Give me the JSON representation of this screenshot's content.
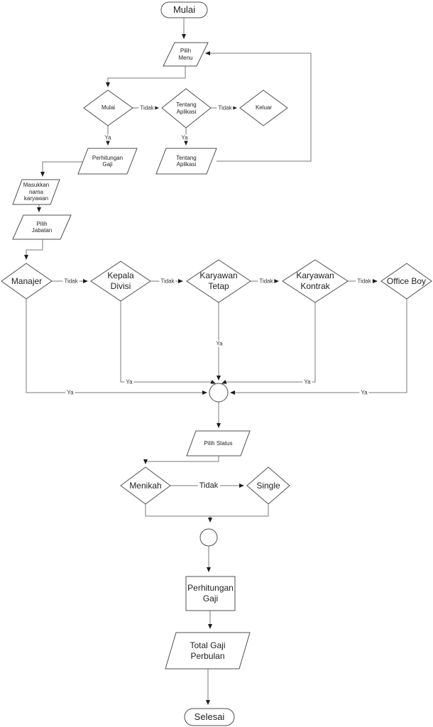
{
  "diagram": {
    "type": "flowchart",
    "nodes": [
      {
        "id": "start",
        "shape": "terminator",
        "label": "Mulai"
      },
      {
        "id": "pilih-menu",
        "shape": "io",
        "label": "Pilih\nMenu"
      },
      {
        "id": "mulai-decision",
        "shape": "decision",
        "label": "Mulai"
      },
      {
        "id": "tentang-aplikasi-decision",
        "shape": "decision",
        "label": "Tentang\nAplikasi"
      },
      {
        "id": "keluar-decision",
        "shape": "decision",
        "label": "Keluar"
      },
      {
        "id": "perhitungan-gaji-io",
        "shape": "io",
        "label": "Perhitungan\nGaji"
      },
      {
        "id": "tentang-aplikasi-io",
        "shape": "io",
        "label": "Tentang\nAplikasi"
      },
      {
        "id": "masukkan-nama-karyawan",
        "shape": "io",
        "label": "Masukkan\nnama\nkaryawan"
      },
      {
        "id": "pilih-jabatan",
        "shape": "io",
        "label": "Pilih\nJabatan"
      },
      {
        "id": "manajer-decision",
        "shape": "decision",
        "label": "Manajer"
      },
      {
        "id": "kepala-divisi-decision",
        "shape": "decision",
        "label": "Kepala\nDivisi"
      },
      {
        "id": "karyawan-tetap-decision",
        "shape": "decision",
        "label": "Karyawan\nTetap"
      },
      {
        "id": "karyawan-kontrak-decision",
        "shape": "decision",
        "label": "Karyawan\nKontrak"
      },
      {
        "id": "office-boy-decision",
        "shape": "decision",
        "label": "Office Boy"
      },
      {
        "id": "connector-1",
        "shape": "connector",
        "label": ""
      },
      {
        "id": "pilih-status",
        "shape": "io",
        "label": "Pilih Status"
      },
      {
        "id": "menikah-decision",
        "shape": "decision",
        "label": "Menikah"
      },
      {
        "id": "single-decision",
        "shape": "decision",
        "label": "Single"
      },
      {
        "id": "connector-2",
        "shape": "connector",
        "label": ""
      },
      {
        "id": "perhitungan-gaji-process",
        "shape": "process",
        "label": "Perhitungan\nGaji"
      },
      {
        "id": "total-gaji-perbulan",
        "shape": "io",
        "label": "Total Gaji\nPerbulan"
      },
      {
        "id": "end",
        "shape": "terminator",
        "label": "Selesai"
      }
    ],
    "edge_labels": [
      {
        "id": "mulai-tidak",
        "text": "Tidak"
      },
      {
        "id": "tentang-tidak",
        "text": "Tidak"
      },
      {
        "id": "mulai-ya",
        "text": "Ya"
      },
      {
        "id": "tentang-ya",
        "text": "Ya"
      },
      {
        "id": "manajer-tidak",
        "text": "Tidak"
      },
      {
        "id": "kepala-divisi-tidak",
        "text": "Tidak"
      },
      {
        "id": "karyawan-tetap-tidak",
        "text": "Tidak"
      },
      {
        "id": "karyawan-kontrak-tidak",
        "text": "Tidak"
      },
      {
        "id": "karyawan-tetap-ya",
        "text": "Ya"
      },
      {
        "id": "kepala-divisi-ya",
        "text": "Ya"
      },
      {
        "id": "karyawan-kontrak-ya",
        "text": "Ya"
      },
      {
        "id": "manajer-ya",
        "text": "Ya"
      },
      {
        "id": "office-boy-ya",
        "text": "Ya"
      },
      {
        "id": "menikah-tidak",
        "text": "Tidak"
      }
    ],
    "colors": {
      "shape_stroke": "#4f4f4f",
      "connector_stroke": "#7a7a7a",
      "arrowhead": "#1c1c1c",
      "text": "#212121",
      "background": "#ffffff"
    }
  }
}
